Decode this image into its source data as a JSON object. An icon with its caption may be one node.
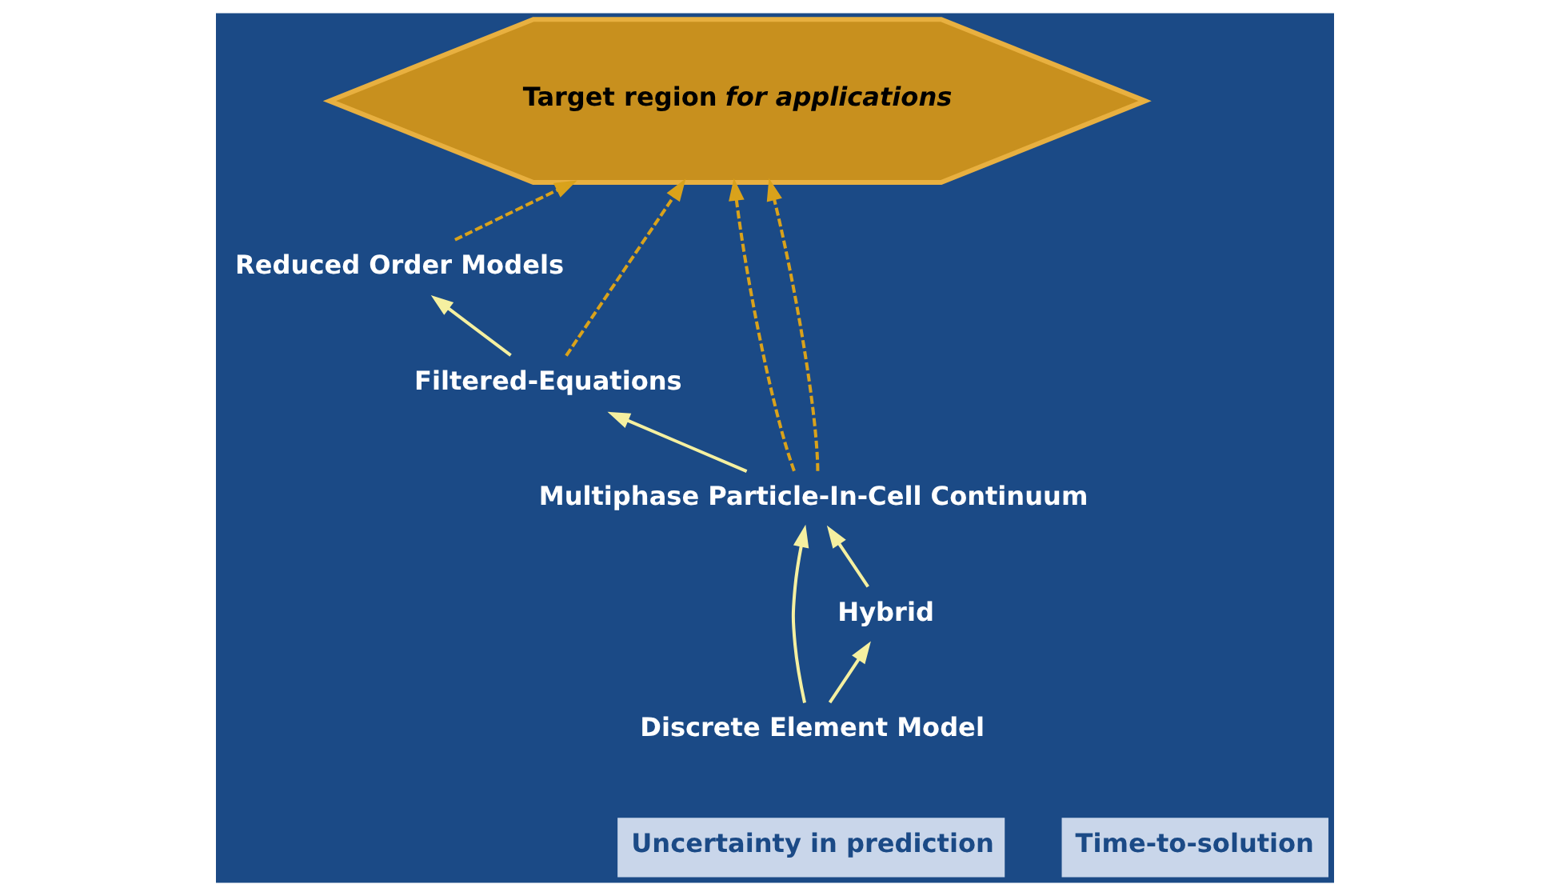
{
  "diagram": {
    "nodes": [
      {
        "text": [
          "Reduced Order Models"
        ]
      },
      {
        "text": [
          "Filtered-Equations"
        ]
      },
      {
        "text": [
          "Multiphase Particle-In-Cell Continuum"
        ]
      },
      {
        "text": [
          "Hybrid"
        ]
      },
      {
        "text": [
          "Discrete Element Model"
        ]
      },
      {
        "text": [
          "Target region *for applications*"
        ]
      }
    ],
    "edges": [
      {
        "from": 1,
        "to": 0,
        "arrow": "to"
      },
      {
        "from": 2,
        "to": 1,
        "arrow": "to"
      },
      {
        "from": 3,
        "to": 2,
        "arrow": "to"
      },
      {
        "from": 4,
        "to": 3,
        "arrow": "to"
      },
      {
        "from": 4,
        "to": 2,
        "arrow": "to"
      },
      {
        "from": 0,
        "to": 5,
        "arrow": "to",
        "style": "dashed",
        "color": "#d9a21b"
      },
      {
        "from": 1,
        "to": 5,
        "arrow": "to",
        "style": "dashed",
        "color": "#d9a21b"
      },
      {
        "from": 2,
        "to": 5,
        "arrow": "to",
        "style": "dashed",
        "color": "#d9a21b"
      },
      {
        "from": 2,
        "to": 5,
        "arrow": "to",
        "style": "dashed",
        "color": "#d9a21b"
      }
    ],
    "labels": [
      "Uncertainty in prediction",
      "Time-to-solution"
    ]
  }
}
